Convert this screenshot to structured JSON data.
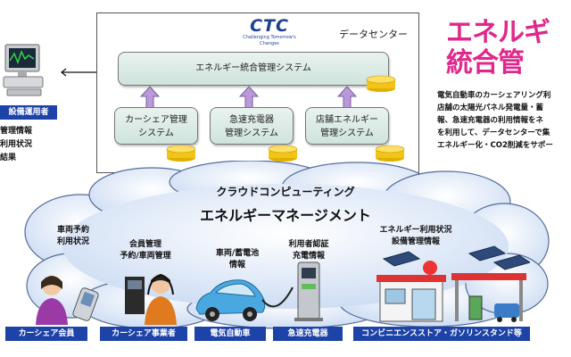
{
  "datacenter": {
    "label": "データセンター"
  },
  "logo": {
    "main": "CTC",
    "sub": "Challenging Tomorrow's Changes"
  },
  "systems": {
    "main": "エネルギー統合管理システム",
    "sub": [
      {
        "line1": "カーシェア管理",
        "line2": "システム"
      },
      {
        "line1": "急速充電器",
        "line2": "管理システム"
      },
      {
        "line1": "店舗エネルギー",
        "line2": "管理システム"
      }
    ]
  },
  "cloud": {
    "title": "クラウドコンピューティング",
    "subtitle": "エネルギーマネージメント"
  },
  "info": {
    "vehicle_reservation": {
      "line1": "車両予約",
      "line2": "利用状況"
    },
    "member_management": {
      "line1": "会員管理",
      "line2": "予約/車両管理"
    },
    "vehicle_battery": {
      "line1": "車両/蓄電池",
      "line2": "情報"
    },
    "user_auth": {
      "line1": "利用者認証",
      "line2": "充電情報"
    },
    "energy_usage": {
      "line1": "エネルギー利用状況",
      "line2": "設備管理情報"
    }
  },
  "bottom_labels": [
    "カーシェア会員",
    "カーシェア事業者",
    "電気自動車",
    "急速充電器",
    "コンビニエンスストア・ガソリンスタンド等"
  ],
  "admin": {
    "label": "設備運用者",
    "items": [
      "管理情報",
      "利用状況",
      "結果"
    ]
  },
  "title": {
    "line1": "エネルギ",
    "line2": "統合管"
  },
  "description": [
    "電気自動車のカーシェアリング利",
    "店舗の太陽光パネル発電量・蓄",
    "報、急速充電器の利用情報をネ",
    "を利用して、データセンターで集",
    "エネルギー化・CO2削減をサポー"
  ],
  "colors": {
    "label_bg": "#1e43a8",
    "title": "#e0288c",
    "logo": "#1e3f94",
    "cloud_fill": "#dbe7f8"
  }
}
